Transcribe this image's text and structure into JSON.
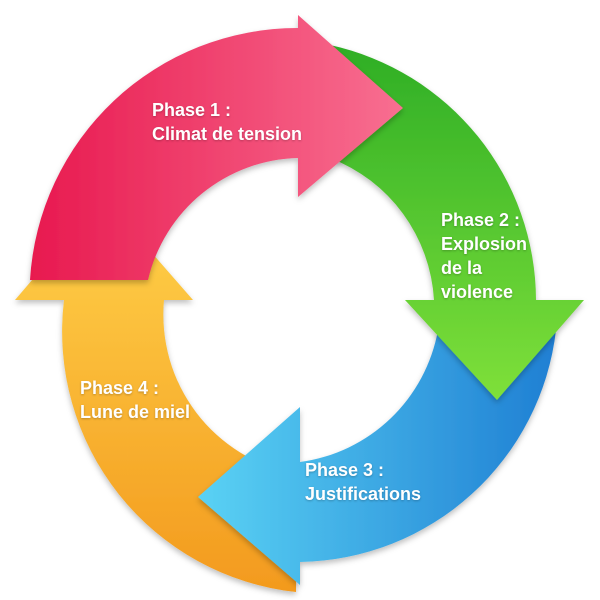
{
  "phases": [
    {
      "lines": [
        "Phase 1 :",
        "Climat de tension"
      ],
      "color_start": "#e8194f",
      "color_end": "#f86f91"
    },
    {
      "lines": [
        "Phase 2 :",
        "Explosion",
        "de la",
        "violence"
      ],
      "color_start": "#2eae26",
      "color_end": "#7fe03a"
    },
    {
      "lines": [
        "Phase 3 :",
        "Justifications"
      ],
      "color_start": "#1f7fd3",
      "color_end": "#5ad2f4"
    },
    {
      "lines": [
        "Phase 4 :",
        "Lune de miel"
      ],
      "color_start": "#f39a1e",
      "color_end": "#ffd24a"
    }
  ]
}
